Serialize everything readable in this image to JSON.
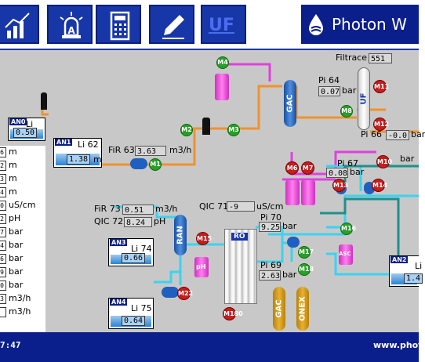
{
  "nav": {
    "uf_label": "UF",
    "brand_name": "Photon W"
  },
  "colors": {
    "nav_blue": "#1736a8",
    "brand_blue": "#0a1e8c",
    "pipe_orange": "#f0922b",
    "pipe_cyan": "#3ad3f0",
    "pipe_magenta": "#e040e0",
    "pipe_teal": "#1f8f8a",
    "running": "#28a028",
    "alarm": "#c41e1e"
  },
  "tanks": {
    "li61": {
      "tag": "AN0",
      "name": "Li 61",
      "value": "0.50",
      "unit": "m"
    },
    "li62": {
      "tag": "AN1",
      "name": "Li 62",
      "value": "1.38",
      "unit": "m"
    },
    "li74": {
      "tag": "AN3",
      "name": "Li 74",
      "value": "0.66",
      "unit": "m"
    },
    "li75": {
      "tag": "AN4",
      "name": "Li 75",
      "value": "0.64",
      "unit": "m"
    },
    "li_an2": {
      "tag": "AN2",
      "name": "Li",
      "value": "1.4"
    }
  },
  "instruments": {
    "filtrace": {
      "label": "Filtrace",
      "value": "551"
    },
    "pi64": {
      "label": "Pi 64",
      "value": "0.07",
      "unit": "bar"
    },
    "pi66": {
      "label": "Pi 66",
      "value": "-0.0",
      "unit": "bar"
    },
    "pi67": {
      "label": "Pi 67",
      "value": "0.08",
      "unit": "bar"
    },
    "fir63": {
      "label": "FiR 63",
      "value": "3.63",
      "unit": "m3/h"
    },
    "fir73": {
      "label": "FiR 73",
      "value": "0.51",
      "unit": "m3/h"
    },
    "qic72": {
      "label": "QIC 72",
      "value": "8.24",
      "unit": "pH"
    },
    "qic71": {
      "label": "QIC 71",
      "value": "-9",
      "unit": "uS/cm"
    },
    "pi70": {
      "label": "Pi 70",
      "value": "9.25",
      "unit": "bar"
    },
    "pi69": {
      "label": "Pi 69",
      "value": "2.63",
      "unit": "bar"
    },
    "bar_right": {
      "unit": "bar"
    }
  },
  "legend": [
    {
      "box": "6",
      "unit": "m"
    },
    {
      "box": "2",
      "unit": "m"
    },
    {
      "box": "3",
      "unit": "m"
    },
    {
      "box": "4",
      "unit": "m"
    },
    {
      "box": "0",
      "unit": "uS/cm"
    },
    {
      "box": "2",
      "unit": "pH"
    },
    {
      "box": "7",
      "unit": "bar"
    },
    {
      "box": "4",
      "unit": "bar"
    },
    {
      "box": "6",
      "unit": "bar"
    },
    {
      "box": "9",
      "unit": "bar"
    },
    {
      "box": "0",
      "unit": "bar"
    },
    {
      "box": "3",
      "unit": "m3/h"
    },
    {
      "box": "",
      "unit": "m3/h"
    }
  ],
  "motors": {
    "m1": "M1",
    "m2": "M2",
    "m3": "M3",
    "m4": "M4",
    "m6": "M6",
    "m7": "M7",
    "m8": "M8",
    "m10": "M10",
    "m11": "M11",
    "m12": "M12",
    "m13": "M13",
    "m14": "M14",
    "m15": "M15",
    "m16": "M16",
    "m17": "M17",
    "m18": "M18",
    "m180": "M180",
    "m22": "M22"
  },
  "equipment": {
    "gac1": "GAC",
    "gac2": "GAC",
    "onex": "ONEX",
    "ran": "RAN",
    "ro": "RO",
    "ph": "pH",
    "asc": "ASC",
    "uf": "UF"
  },
  "footer": {
    "time": "7:47",
    "website": "www.phot"
  }
}
